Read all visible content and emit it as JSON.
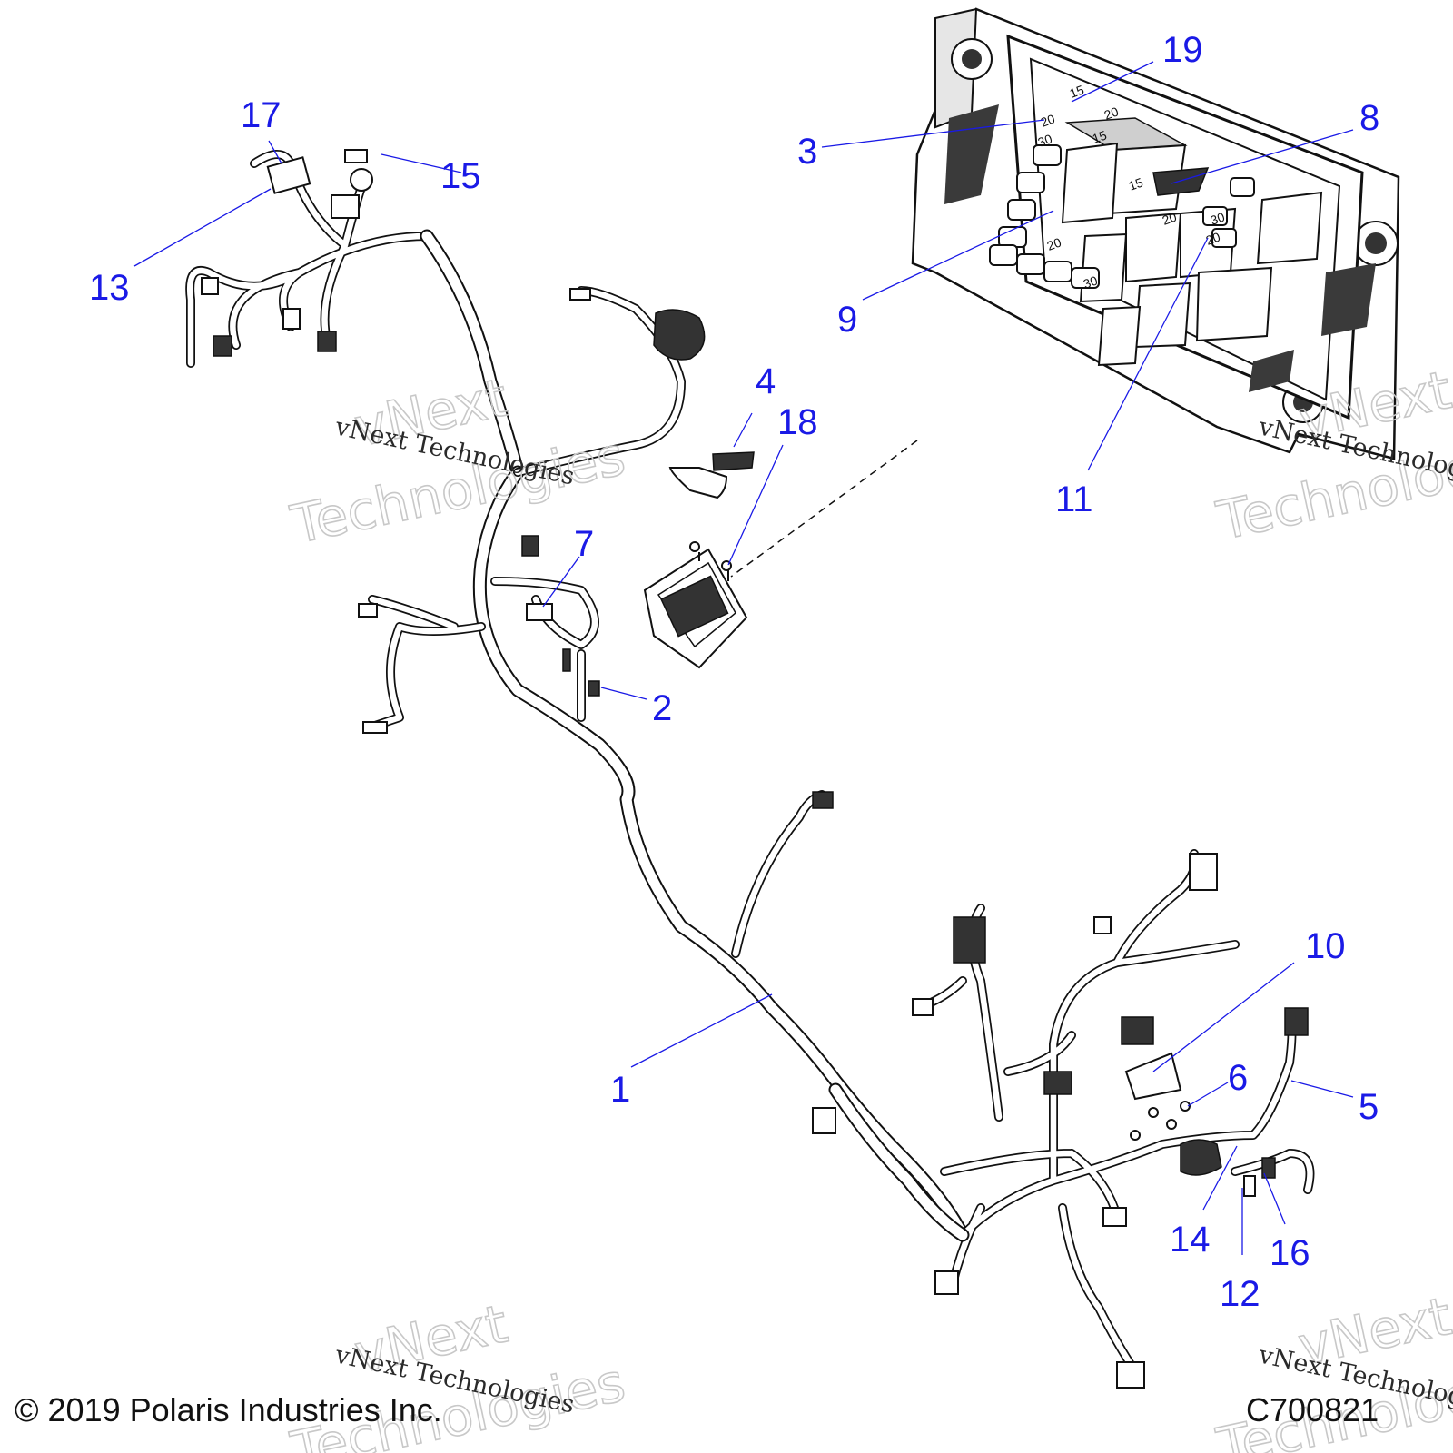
{
  "callouts": [
    {
      "id": "1",
      "label": "1"
    },
    {
      "id": "2",
      "label": "2"
    },
    {
      "id": "3",
      "label": "3"
    },
    {
      "id": "4",
      "label": "4"
    },
    {
      "id": "5",
      "label": "5"
    },
    {
      "id": "6",
      "label": "6"
    },
    {
      "id": "7",
      "label": "7"
    },
    {
      "id": "8",
      "label": "8"
    },
    {
      "id": "9",
      "label": "9"
    },
    {
      "id": "10",
      "label": "10"
    },
    {
      "id": "11",
      "label": "11"
    },
    {
      "id": "12",
      "label": "12"
    },
    {
      "id": "13",
      "label": "13"
    },
    {
      "id": "14",
      "label": "14"
    },
    {
      "id": "15",
      "label": "15"
    },
    {
      "id": "16",
      "label": "16"
    },
    {
      "id": "17",
      "label": "17"
    },
    {
      "id": "18",
      "label": "18"
    },
    {
      "id": "19",
      "label": "19"
    }
  ],
  "fuse_labels": [
    "15",
    "20",
    "30",
    "20",
    "15",
    "15",
    "20",
    "30",
    "20",
    "20",
    "30"
  ],
  "watermark": {
    "line": "vNext Technologies",
    "word1": "vNext",
    "word2": "Technologies"
  },
  "footer": {
    "copyright": "© 2019 Polaris Industries Inc.",
    "code": "C700821"
  },
  "colors": {
    "callout": "#1a1ae6",
    "line_art": "#111111"
  }
}
